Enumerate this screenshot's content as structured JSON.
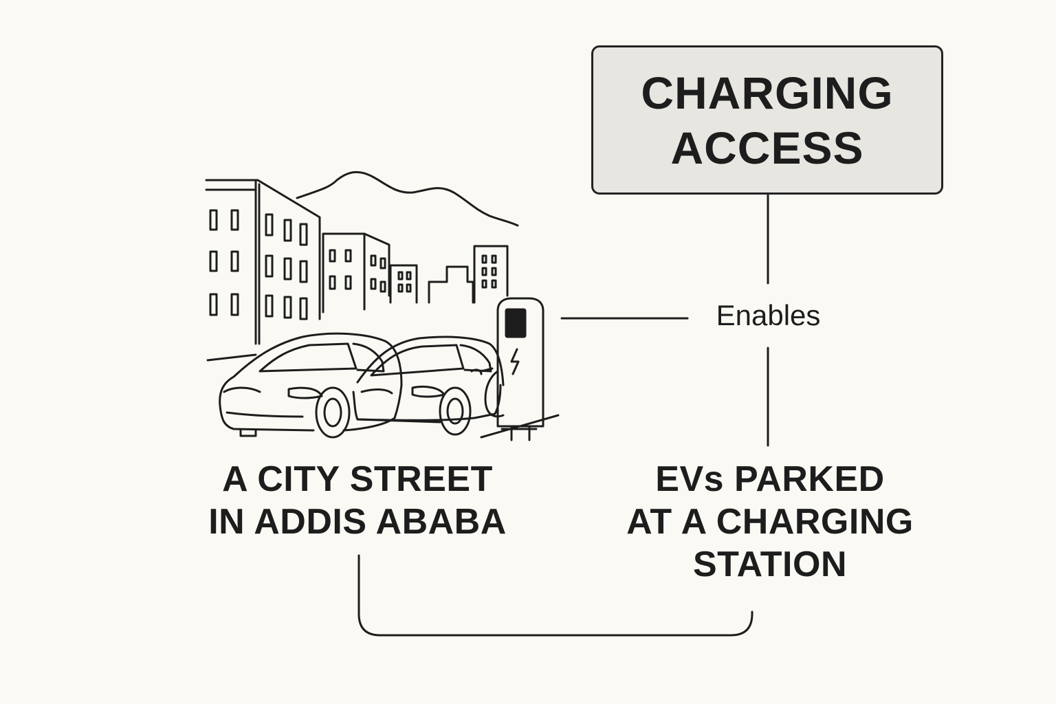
{
  "box": {
    "line1": "CHARGING",
    "line2": "ACCESS"
  },
  "edge_label": "Enables",
  "street_label": {
    "line1": "A CITY STREET",
    "line2": "IN ADDIS ABABA"
  },
  "ev_label": {
    "line1": "EVs PARKED",
    "line2": "AT A CHARGING",
    "line3": "STATION"
  },
  "illustration": {
    "icon": "city-street-ev-charging-icon"
  },
  "colors": {
    "background": "#fbf9f4",
    "box_fill": "#e8e6e1",
    "ink": "#1d1d1d"
  }
}
